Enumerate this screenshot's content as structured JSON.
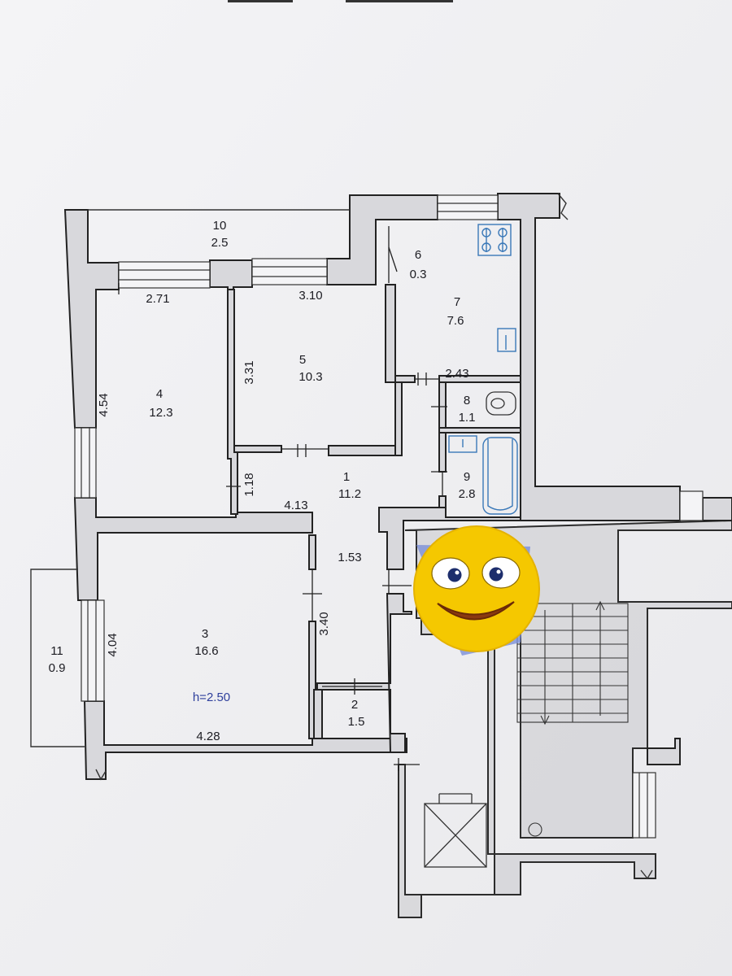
{
  "rooms": [
    {
      "id": "1",
      "area": "11.2"
    },
    {
      "id": "2",
      "area": "1.5"
    },
    {
      "id": "3",
      "area": "16.6"
    },
    {
      "id": "4",
      "area": "12.3"
    },
    {
      "id": "5",
      "area": "10.3"
    },
    {
      "id": "6",
      "area": "0.3"
    },
    {
      "id": "7",
      "area": "7.6"
    },
    {
      "id": "8",
      "area": "1.1"
    },
    {
      "id": "9",
      "area": "2.8"
    },
    {
      "id": "10",
      "area": "2.5"
    },
    {
      "id": "11",
      "area": "0.9"
    }
  ],
  "dimensions": {
    "d_2_71": "2.71",
    "d_3_10": "3.10",
    "d_3_31": "3.31",
    "d_4_54": "4.54",
    "d_2_43": "2.43",
    "d_1_18": "1.18",
    "d_4_13": "4.13",
    "d_1_53": "1.53",
    "d_3_40": "3.40",
    "d_4_04": "4.04",
    "d_4_28": "4.28"
  },
  "ceiling_height": "h=2.50",
  "overlay": {
    "icon": "smiley-face-icon",
    "color": "#f5c800"
  },
  "colors": {
    "wall": "#d8d8dc",
    "wall_stroke": "#222222",
    "fixture": "#3a78b8",
    "paper": "#f1f1f3"
  }
}
